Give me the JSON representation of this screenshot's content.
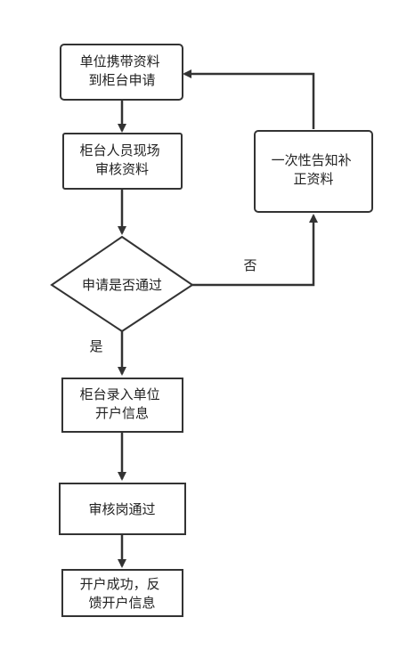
{
  "diagram": {
    "nodes": {
      "apply": {
        "lines": [
          "单位携带资料",
          "到柜台申请"
        ]
      },
      "review_onsite": {
        "lines": [
          "柜台人员现场",
          "审核资料"
        ]
      },
      "decision": {
        "lines": [
          "申请是否通过"
        ]
      },
      "notify": {
        "lines": [
          "一次性告知补",
          "正资料"
        ]
      },
      "entry": {
        "lines": [
          "柜台录入单位",
          "开户信息"
        ]
      },
      "post_review": {
        "lines": [
          "审核岗通过"
        ]
      },
      "success": {
        "lines": [
          "开户成功，反",
          "馈开户信息"
        ]
      }
    },
    "edge_labels": {
      "no": "否",
      "yes": "是"
    }
  }
}
